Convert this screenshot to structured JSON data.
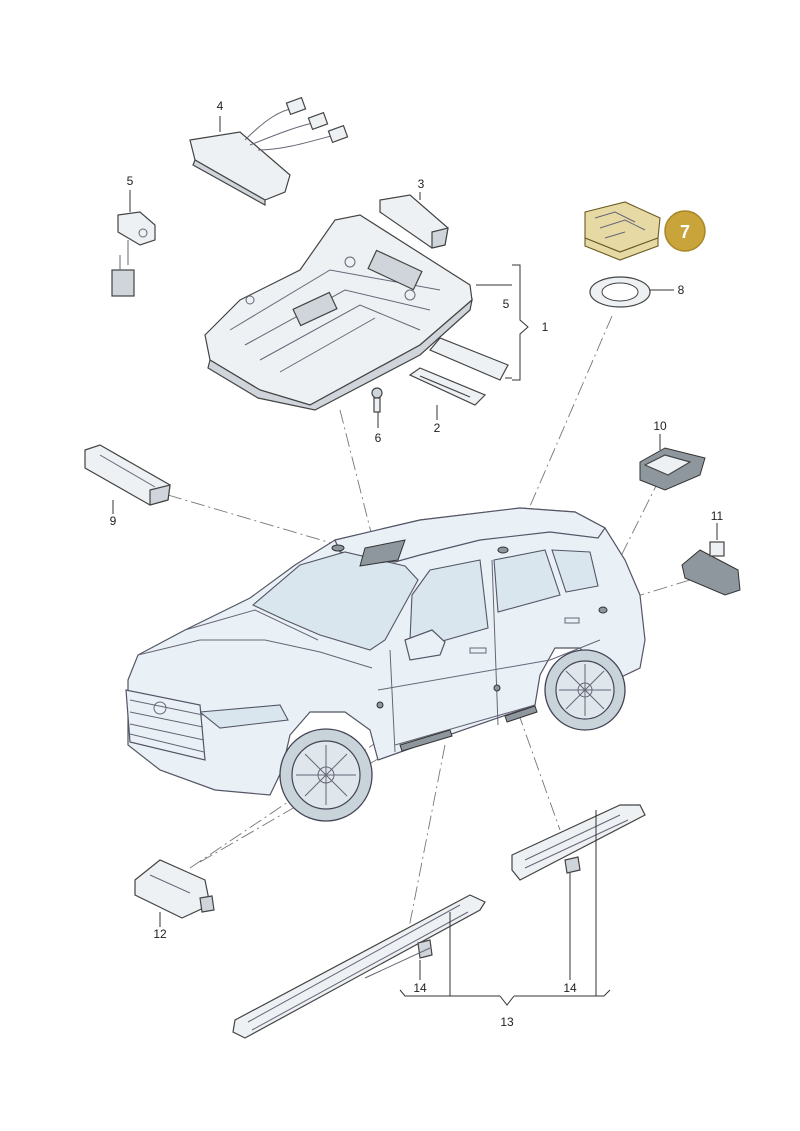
{
  "callouts": {
    "c1": "1",
    "c2": "2",
    "c3": "3",
    "c4": "4",
    "c5a": "5",
    "c5b": "5",
    "c6": "6",
    "c7": "7",
    "c8": "8",
    "c9": "9",
    "c10": "10",
    "c11": "11",
    "c12": "12",
    "c13": "13",
    "c14a": "14",
    "c14b": "14"
  },
  "colors": {
    "highlight_badge": "#c9a43a",
    "highlight_part": "#e7d9a4"
  }
}
